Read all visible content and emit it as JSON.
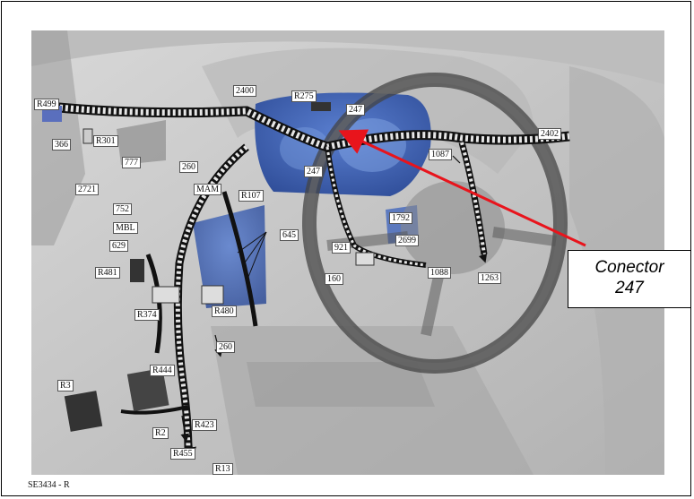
{
  "figure_id": "SE3434 - R",
  "callout": {
    "line1": "Conector",
    "line2": "247",
    "arrow_color": "#e8141c"
  },
  "labels": {
    "R499": "R499",
    "366": "366",
    "R301": "R301",
    "777": "777",
    "2721": "2721",
    "752": "752",
    "MBL": "MBL",
    "629": "629",
    "R481": "R481",
    "R374": "R374",
    "R3": "R3",
    "R444": "R444",
    "R2": "R2",
    "R455": "R455",
    "R13": "R13",
    "R423": "R423",
    "R480": "R480",
    "260a": "260",
    "260b": "260",
    "MAM": "MAM",
    "R107": "R107",
    "2400": "2400",
    "R275": "R275",
    "247a": "247",
    "247b": "247",
    "645": "645",
    "921": "921",
    "160": "160",
    "1792": "1792",
    "2699": "2699",
    "1088": "1088",
    "1263": "1263",
    "1087": "1087",
    "2402": "2402"
  },
  "colors": {
    "harness_blue": "#3a5fb0",
    "background_gray": "#c9c9c9"
  }
}
